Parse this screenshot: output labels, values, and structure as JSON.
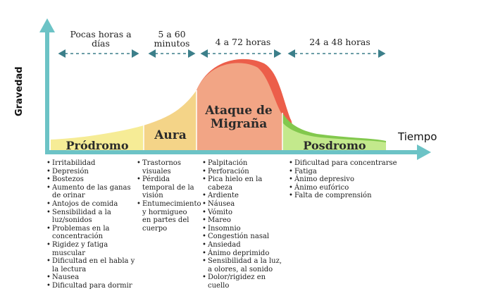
{
  "axes": {
    "y_label": "Gravedad",
    "x_label": "Tiempo"
  },
  "durations": {
    "prodromo": "Pocas horas a días",
    "aura": "5 a 60 minutos",
    "ataque": "4 a 72 horas",
    "posdromo": "24 a 48 horas"
  },
  "phases": {
    "prodromo": "Pródromo",
    "aura": "Aura",
    "ataque": "Ataque de Migraña",
    "posdromo": "Posdromo"
  },
  "symptoms": {
    "prodromo": [
      "Irritabilidad",
      "Depresión",
      "Bostezos",
      "Aumento de las ganas de orinar",
      "Antojos de comida",
      "Sensibilidad a la luz/sonidos",
      "Problemas en la concentración",
      "Rigidez y fatiga muscular",
      "Dificultad en el habla y la lectura",
      "Nausea",
      "Dificultad para dormir"
    ],
    "aura": [
      "Trastornos visuales",
      "Pérdida temporal de la visión",
      "Entumecimiento y hormigueo en partes del cuerpo"
    ],
    "ataque": [
      "Palpitación",
      "Perforación",
      "Pica hielo en la cabeza",
      "Ardiente",
      "Náusea",
      "Vómito",
      "Mareo",
      "Insomnio",
      "Congestión nasal",
      "Ansiedad",
      "Ánimo deprimido",
      "Sensibilidad a la luz, a olores, al sonido",
      "Dolor/rigidez en cuello"
    ],
    "posdromo": [
      "Dificultad para concentrarse",
      "Fatiga",
      "Ánimo depresivo",
      "Ánimo eufórico",
      "Falta de comprensión"
    ]
  },
  "colors": {
    "axis": "#6cc3c6",
    "prodromo": "#f6ec96",
    "aura": "#f4d488",
    "ataque": "#f2a585",
    "peak": "#ec5e4a",
    "posdromo_light": "#c3e98c",
    "posdromo_dark": "#82c84d"
  }
}
